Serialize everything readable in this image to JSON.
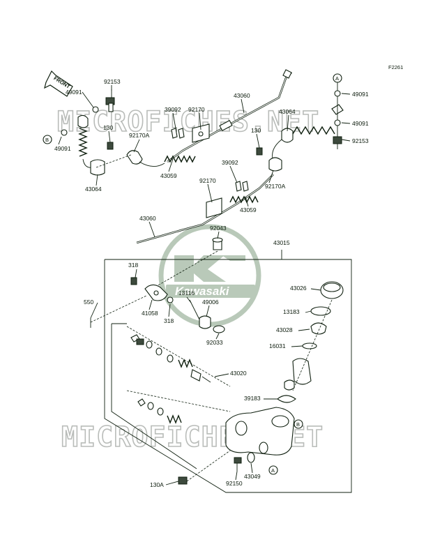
{
  "figure_code": "F2261",
  "direction_arrow": {
    "label": "FRONT"
  },
  "watermarks": [
    "MICROFICHES.NET",
    "MICROFICHES.NET"
  ],
  "logo": {
    "wordmark": "Kawasaki"
  },
  "callouts": {
    "a_top": "A",
    "b_left": "B",
    "b_body": "B",
    "a_body": "A"
  },
  "labels": {
    "p92153_left": "92153",
    "p49091_left_top": "49091",
    "p49091_left_bottom": "49091",
    "p130_left": "130",
    "p92170A_left": "92170A",
    "p43064_left": "43064",
    "p39092_top": "39092",
    "p92170_top": "92170",
    "p43059_top": "43059",
    "p43060_top": "43060",
    "p43064_right": "43064",
    "p130_right": "130",
    "p49091_right_top": "49091",
    "p49091_right_mid": "49091",
    "p92153_right": "92153",
    "p39092_mid": "39092",
    "p92170_mid": "92170",
    "p92170A_mid": "92170A",
    "p43059_mid": "43059",
    "p43060_mid": "43060",
    "p92043": "92043",
    "p43015": "43015",
    "p318_top": "318",
    "p550": "550",
    "p13116": "13116",
    "p49006": "49006",
    "p41058": "41058",
    "p318_bottom": "318",
    "p92033": "92033",
    "p43026": "43026",
    "p13183": "13183",
    "p43028": "43028",
    "p16031": "16031",
    "p43020": "43020",
    "p39183": "39183",
    "p43049": "43049",
    "p92150": "92150",
    "p130A": "130A"
  }
}
